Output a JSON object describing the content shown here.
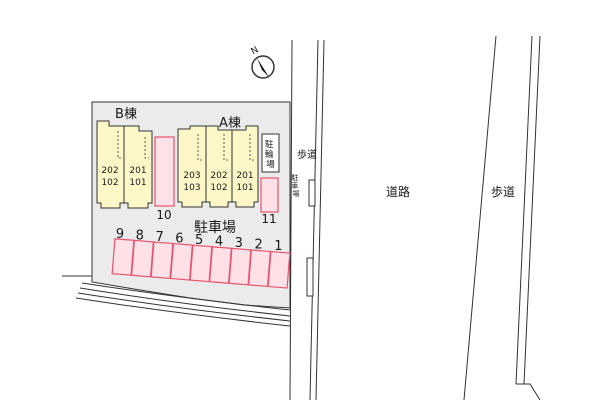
{
  "compass": {
    "label": "N"
  },
  "buildings": {
    "b": {
      "label": "B棟",
      "units": [
        {
          "top": "202",
          "bottom": "102"
        },
        {
          "top": "201",
          "bottom": "101"
        }
      ]
    },
    "a": {
      "label": "A棟",
      "units": [
        {
          "top": "203",
          "bottom": "103"
        },
        {
          "top": "202",
          "bottom": "102"
        },
        {
          "top": "201",
          "bottom": "101"
        }
      ]
    }
  },
  "bicycle_parking": {
    "label": "駐輪場"
  },
  "parking": {
    "label": "駐車場",
    "space_10": "10",
    "space_11": "11",
    "row_numbers": [
      "9",
      "8",
      "7",
      "6",
      "5",
      "4",
      "3",
      "2",
      "1"
    ]
  },
  "side_labels": {
    "sidewalk_left": "歩道",
    "ramp": "駐車場",
    "road": "道路",
    "sidewalk_right": "歩道"
  },
  "colors": {
    "site": "#ebebeb",
    "building": "#fdf7c8",
    "parking_fill": "#ffe1e7",
    "parking_stroke": "#e5546c",
    "line": "#333333"
  }
}
